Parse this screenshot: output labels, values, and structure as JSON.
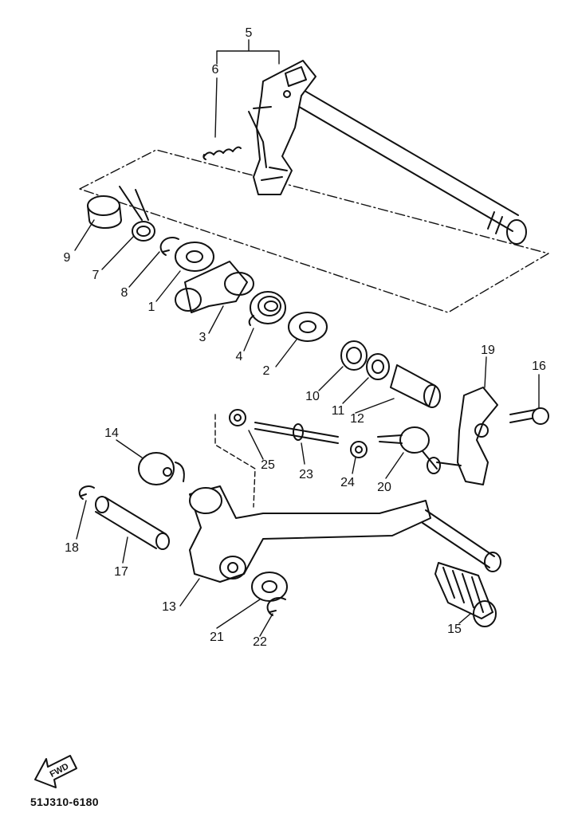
{
  "diagram": {
    "drawing_code": "51J310-6180",
    "forward_arrow_text": "FWD",
    "callouts": [
      "5",
      "6",
      "9",
      "7",
      "8",
      "1",
      "3",
      "4",
      "2",
      "10",
      "11",
      "12",
      "19",
      "16",
      "14",
      "25",
      "23",
      "24",
      "20",
      "18",
      "17",
      "13",
      "21",
      "22",
      "15"
    ]
  },
  "colors": {
    "ink": "#111111",
    "background": "#ffffff"
  }
}
